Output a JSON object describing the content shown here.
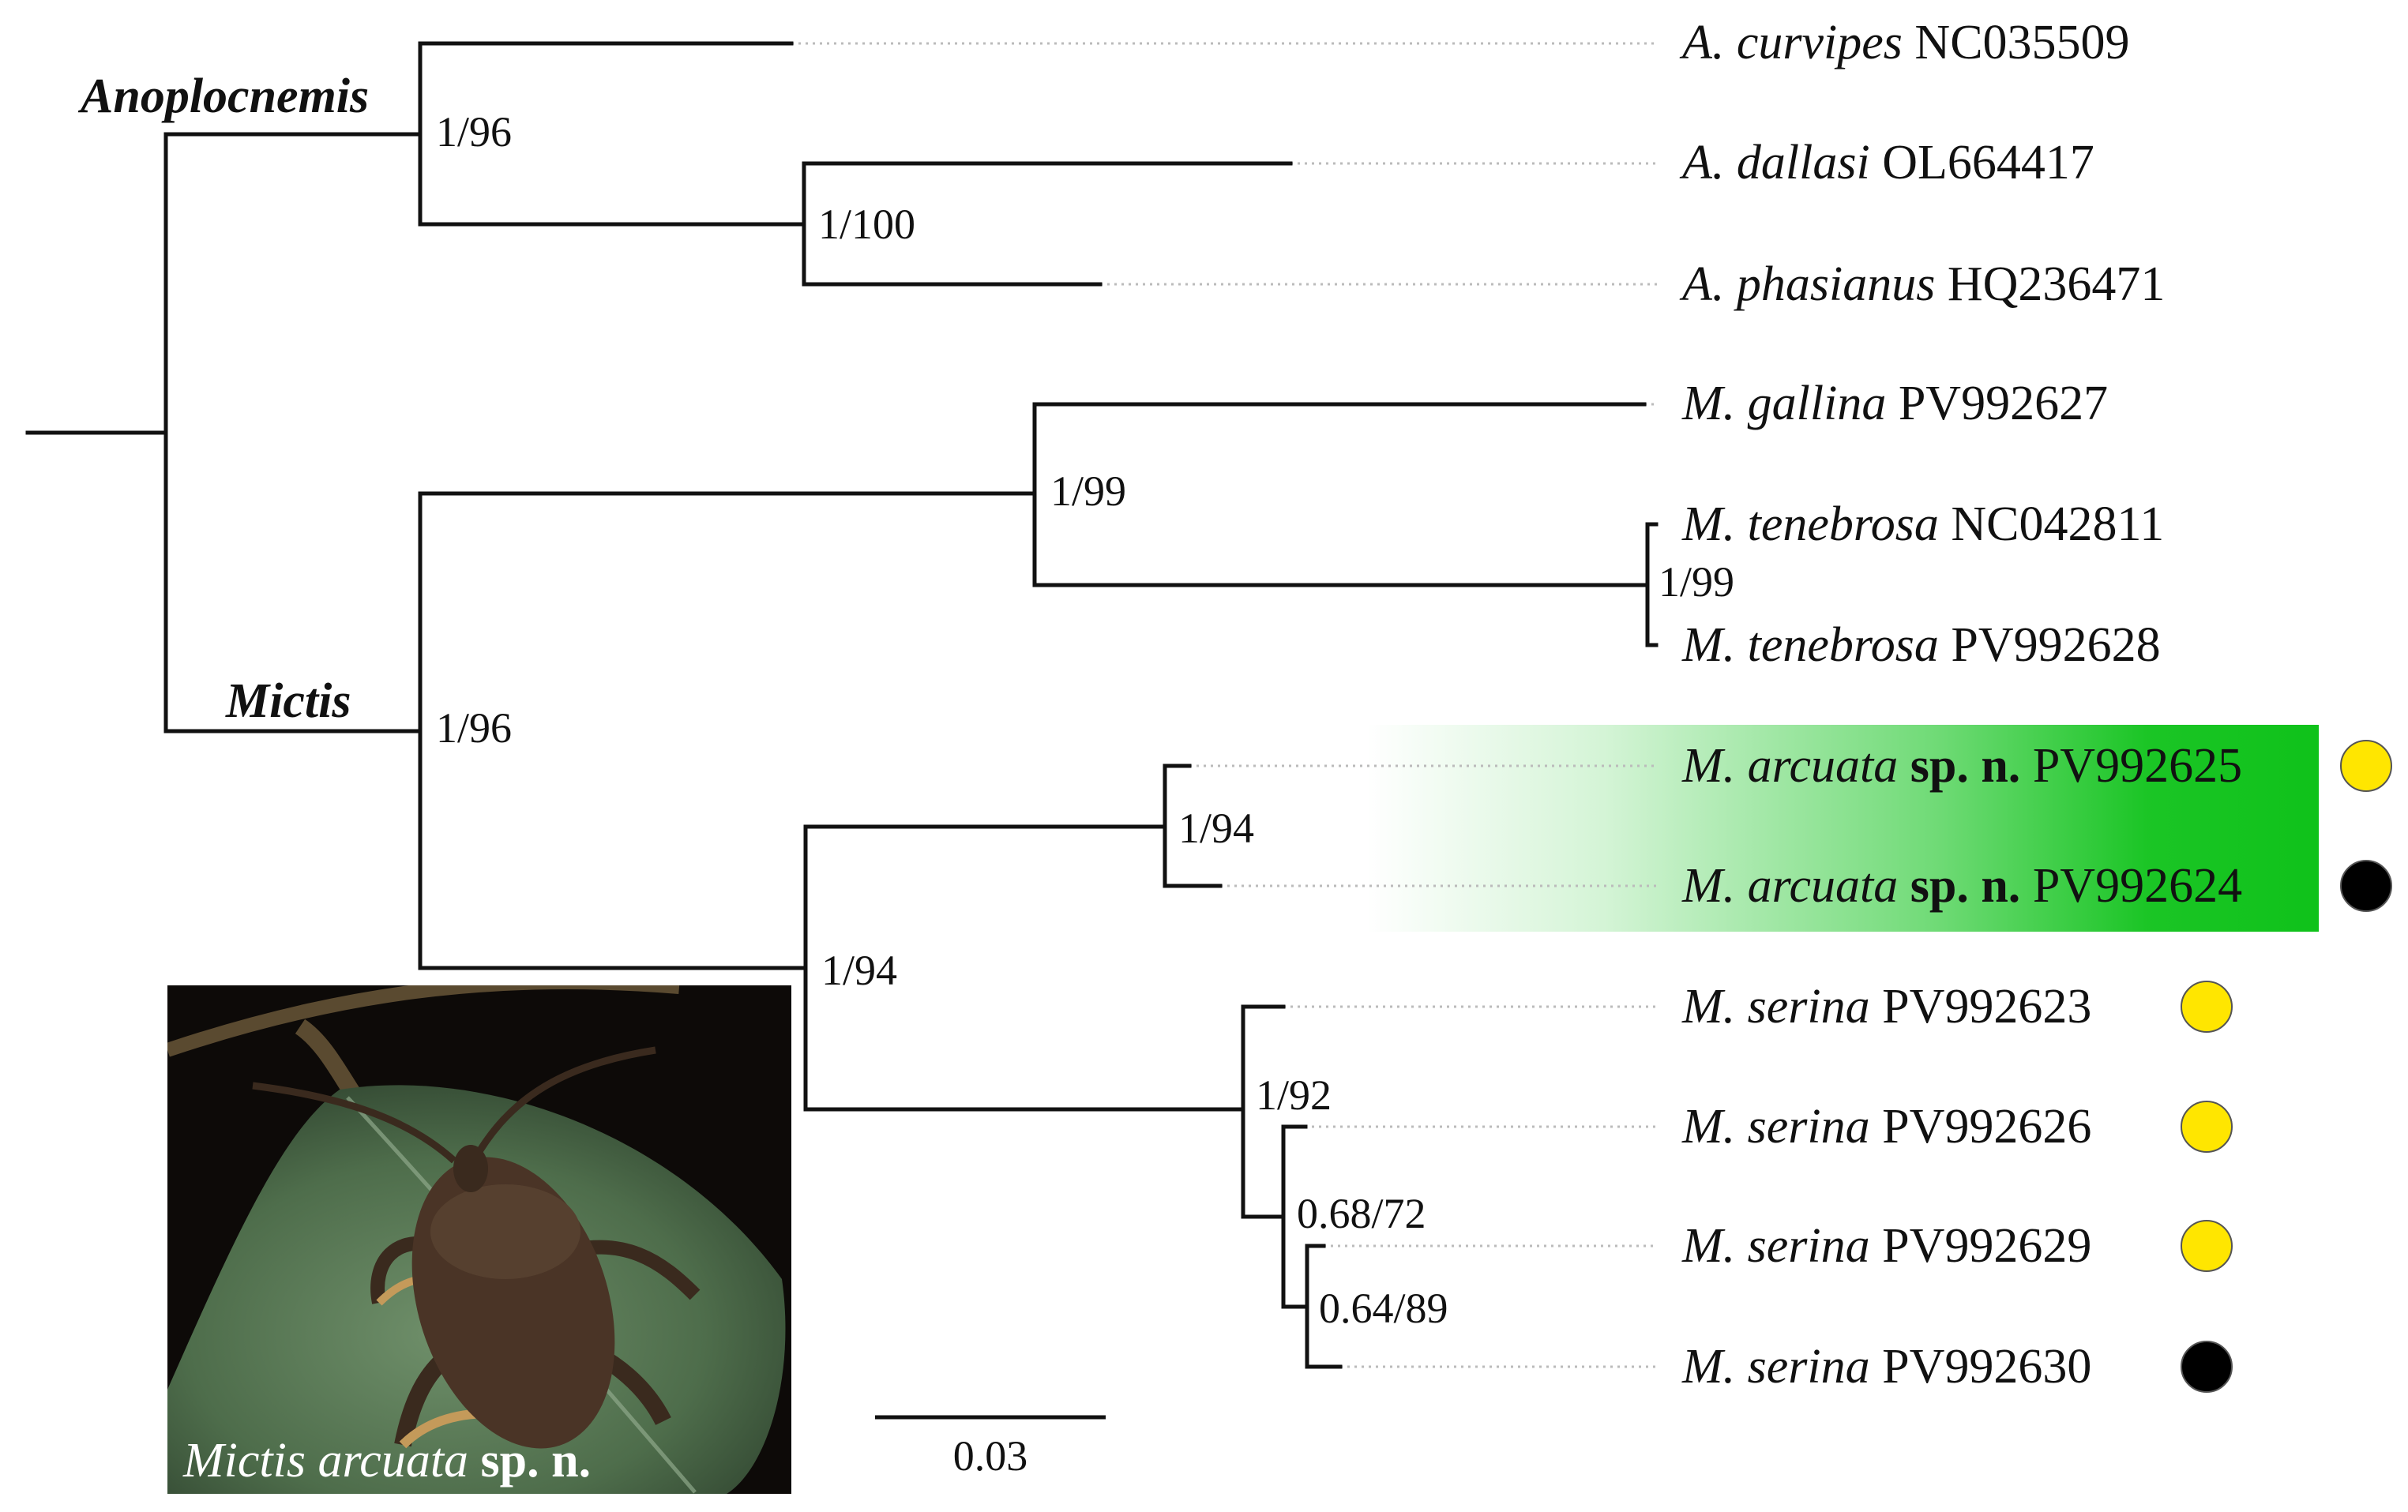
{
  "genera": {
    "anoplocnemis": "Anoplocnemis",
    "mictis": "Mictis"
  },
  "supports": {
    "root_anoplocnemis": "1/96",
    "dallasi_phasianus": "1/100",
    "root_mictis": "1/96",
    "gallina_tenebrosa": "1/99",
    "tenebrosa_pair": "1/99",
    "arcuata_serina": "1/94",
    "arcuata_pair": "1/94",
    "serina_clade": "1/92",
    "serina_sub1": "0.68/72",
    "serina_sub2": "0.64/89"
  },
  "tips": [
    {
      "species": "A. curvipes",
      "accession": "NC035509",
      "marker": ""
    },
    {
      "species": "A. dallasi",
      "accession": "OL664417",
      "marker": ""
    },
    {
      "species": "A. phasianus",
      "accession": "HQ236471",
      "marker": ""
    },
    {
      "species": "M. gallina",
      "accession": "PV992627",
      "marker": ""
    },
    {
      "species": "M. tenebrosa",
      "accession": "NC042811",
      "marker": ""
    },
    {
      "species": "M. tenebrosa",
      "accession": "PV992628",
      "marker": ""
    },
    {
      "species": "M. arcuata",
      "suffix": "sp. n.",
      "accession": "PV992625",
      "marker": "yellow"
    },
    {
      "species": "M. arcuata",
      "suffix": "sp. n.",
      "accession": "PV992624",
      "marker": "black"
    },
    {
      "species": "M. serina",
      "accession": "PV992623",
      "marker": "yellow"
    },
    {
      "species": "M. serina",
      "accession": "PV992626",
      "marker": "yellow"
    },
    {
      "species": "M. serina",
      "accession": "PV992629",
      "marker": "yellow"
    },
    {
      "species": "M. serina",
      "accession": "PV992630",
      "marker": "black"
    }
  ],
  "scale_bar": {
    "label": "0.03"
  },
  "photo": {
    "caption_italic": "Mictis arcuata",
    "caption_bold": "sp. n."
  },
  "colors": {
    "branch": "#111111",
    "leader": "#bbbbbb",
    "highlight": "#0fc21a",
    "marker_yellow": "#ffe600",
    "marker_black": "#000000"
  }
}
